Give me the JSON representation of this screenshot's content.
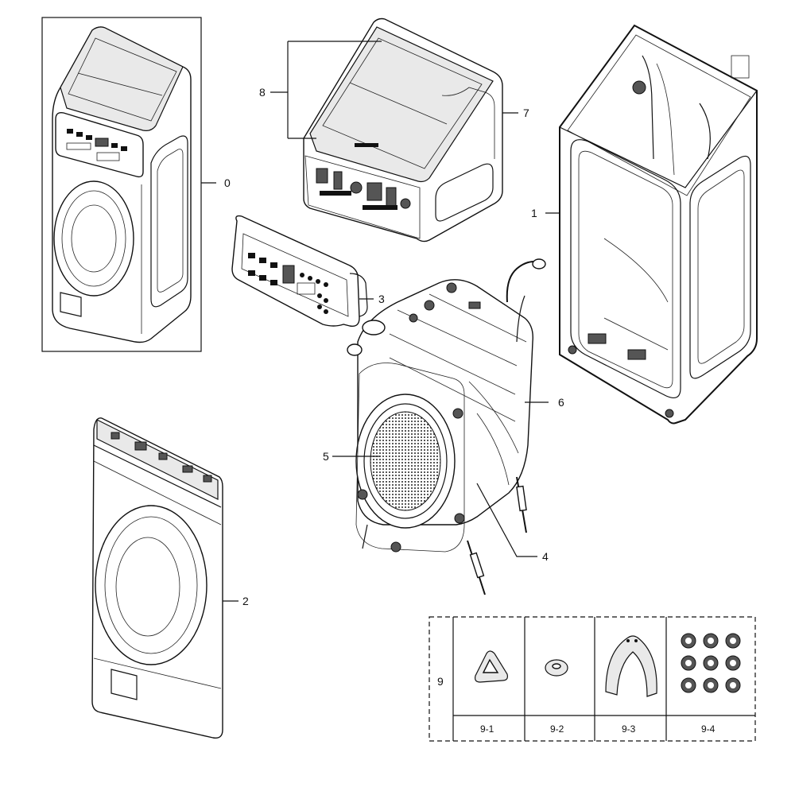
{
  "diagram": {
    "callouts": [
      {
        "id": "0",
        "text": "0"
      },
      {
        "id": "1",
        "text": "1"
      },
      {
        "id": "2",
        "text": "2"
      },
      {
        "id": "3",
        "text": "3"
      },
      {
        "id": "4",
        "text": "4"
      },
      {
        "id": "5",
        "text": "5"
      },
      {
        "id": "6",
        "text": "6"
      },
      {
        "id": "7",
        "text": "7"
      },
      {
        "id": "8",
        "text": "8"
      }
    ],
    "kit": {
      "label": "9",
      "items": [
        {
          "text": "9-1"
        },
        {
          "text": "9-2"
        },
        {
          "text": "9-3"
        },
        {
          "text": "9-4"
        }
      ]
    }
  }
}
